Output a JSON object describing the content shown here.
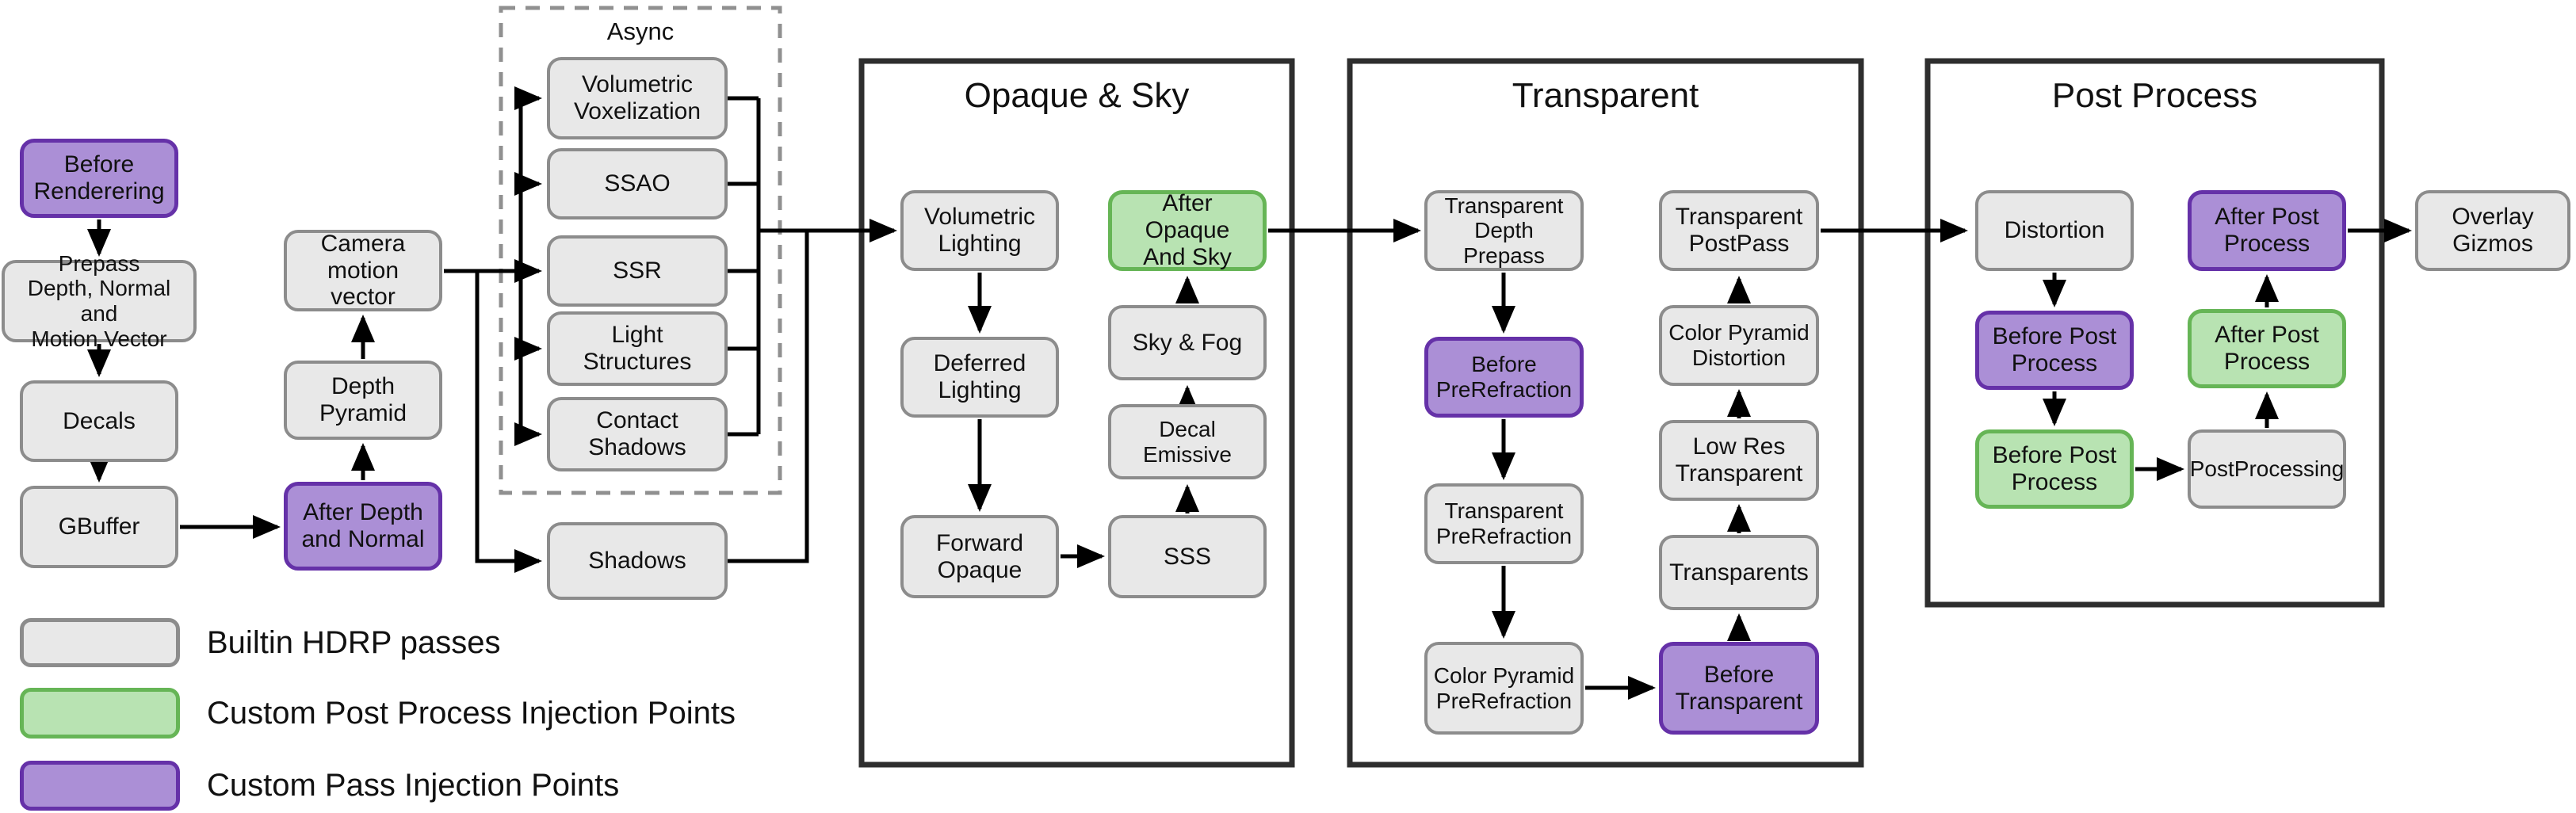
{
  "sections": {
    "async": {
      "title": "Async"
    },
    "opaque_sky": {
      "title": "Opaque & Sky"
    },
    "transparent": {
      "title": "Transparent"
    },
    "post_process": {
      "title": "Post Process"
    }
  },
  "nodes": {
    "before_rendering": {
      "label": "Before\nRenderering",
      "type": "custom-pass"
    },
    "prepass": {
      "label": "Prepass\nDepth, Normal and\nMotion Vector",
      "type": "builtin"
    },
    "decals": {
      "label": "Decals",
      "type": "builtin"
    },
    "gbuffer": {
      "label": "GBuffer",
      "type": "builtin"
    },
    "camera_motion_vector": {
      "label": "Camera motion\nvector",
      "type": "builtin"
    },
    "depth_pyramid": {
      "label": "Depth Pyramid",
      "type": "builtin"
    },
    "after_depth_and_normal": {
      "label": "After Depth\nand Normal",
      "type": "custom-pass"
    },
    "volumetric_voxelization": {
      "label": "Volumetric\nVoxelization",
      "type": "builtin"
    },
    "ssao": {
      "label": "SSAO",
      "type": "builtin"
    },
    "ssr": {
      "label": "SSR",
      "type": "builtin"
    },
    "light_structures": {
      "label": "Light\nStructures",
      "type": "builtin"
    },
    "contact_shadows": {
      "label": "Contact\nShadows",
      "type": "builtin"
    },
    "shadows": {
      "label": "Shadows",
      "type": "builtin"
    },
    "volumetric_lighting": {
      "label": "Volumetric\nLighting",
      "type": "builtin"
    },
    "deferred_lighting": {
      "label": "Deferred\nLighting",
      "type": "builtin"
    },
    "forward_opaque": {
      "label": "Forward\nOpaque",
      "type": "builtin"
    },
    "sss": {
      "label": "SSS",
      "type": "builtin"
    },
    "decal_emissive": {
      "label": "Decal Emissive",
      "type": "builtin"
    },
    "sky_fog": {
      "label": "Sky & Fog",
      "type": "builtin"
    },
    "after_opaque_and_sky": {
      "label": "After Opaque\nAnd Sky",
      "type": "custom-pp"
    },
    "transparent_depth_prepass": {
      "label": "Transparent\nDepth Prepass",
      "type": "builtin"
    },
    "before_prerefraction": {
      "label": "Before\nPreRefraction",
      "type": "custom-pass"
    },
    "transparent_prerefraction": {
      "label": "Transparent\nPreRefraction",
      "type": "builtin"
    },
    "color_pyramid_prerefraction": {
      "label": "Color Pyramid\nPreRefraction",
      "type": "builtin"
    },
    "before_transparent": {
      "label": "Before\nTransparent",
      "type": "custom-pass"
    },
    "transparents": {
      "label": "Transparents",
      "type": "builtin"
    },
    "low_res_transparent": {
      "label": "Low Res\nTransparent",
      "type": "builtin"
    },
    "color_pyramid_distortion": {
      "label": "Color Pyramid\nDistortion",
      "type": "builtin"
    },
    "transparent_postpass": {
      "label": "Transparent\nPostPass",
      "type": "builtin"
    },
    "distortion": {
      "label": "Distortion",
      "type": "builtin"
    },
    "before_post_process_pass": {
      "label": "Before Post\nProcess",
      "type": "custom-pass"
    },
    "before_post_process_pp": {
      "label": "Before Post\nProcess",
      "type": "custom-pp"
    },
    "postprocessing": {
      "label": "PostProcessing",
      "type": "builtin"
    },
    "after_post_process_pp": {
      "label": "After Post\nProcess",
      "type": "custom-pp"
    },
    "after_post_process_pass": {
      "label": "After Post\nProcess",
      "type": "custom-pass"
    },
    "overlay_gizmos": {
      "label": "Overlay\nGizmos",
      "type": "builtin"
    }
  },
  "legend": {
    "items": [
      {
        "label": "Builtin HDRP passes",
        "type": "builtin"
      },
      {
        "label": "Custom Post Process Injection Points",
        "type": "custom-pp"
      },
      {
        "label": "Custom Pass Injection Points",
        "type": "custom-pass"
      }
    ]
  },
  "colors": {
    "builtin_fill": "#e8e8e8",
    "builtin_border": "#8c8c8c",
    "custom_pass_fill": "#ab8fd6",
    "custom_pass_border": "#6531a8",
    "custom_pp_fill": "#b8e3b2",
    "custom_pp_border": "#66b556",
    "container_border": "#2e2e2e",
    "async_border": "#909090",
    "wire": "#000000"
  }
}
